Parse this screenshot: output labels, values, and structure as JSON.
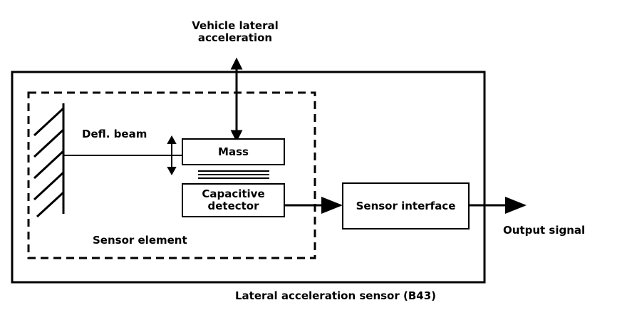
{
  "diagram": {
    "vehicle_accel_label_line1": "Vehicle lateral",
    "vehicle_accel_label_line2": "acceleration",
    "defl_beam_label": "Defl. beam",
    "mass_label": "Mass",
    "capacitive_line1": "Capacitive",
    "capacitive_line2": "detector",
    "sensor_interface_label": "Sensor interface",
    "output_signal_label": "Output signal",
    "sensor_element_label": "Sensor element",
    "sensor_title": "Lateral acceleration sensor (B43)"
  }
}
